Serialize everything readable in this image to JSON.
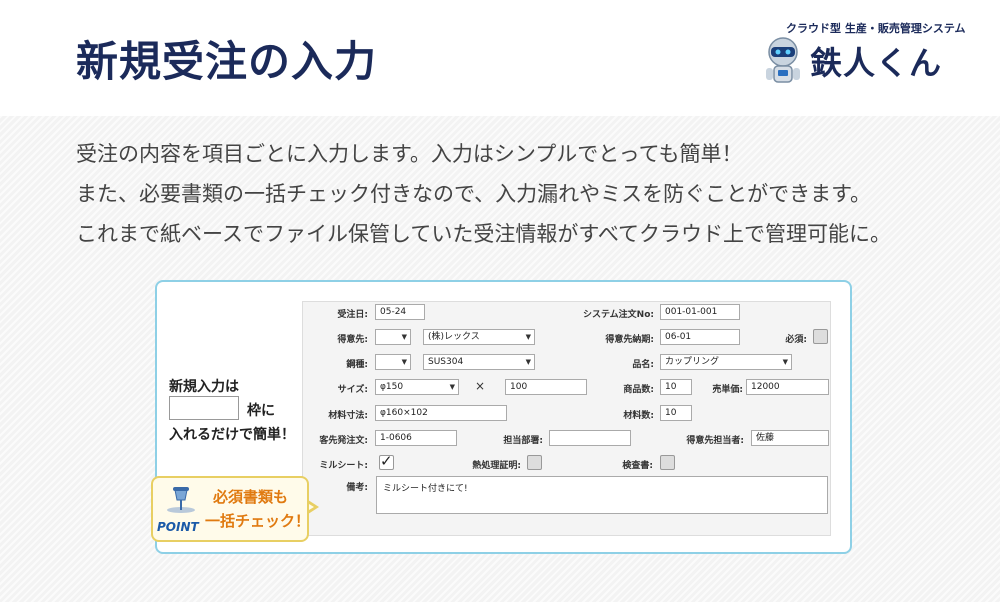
{
  "header": {
    "title": "新規受注の入力",
    "logo_sub": "クラウド型 生産・販売管理システム",
    "logo_main": "鉄人くん"
  },
  "intro": {
    "line1": "受注の内容を項目ごとに入力します。入力はシンプルでとっても簡単！",
    "line2": "また、必要書類の一括チェック付きなので、入力漏れやミスを防ぐことができます。",
    "line3": "これまで紙ベースでファイル保管していた受注情報がすべてクラウド上で管理可能に。"
  },
  "side": {
    "line1": "新規入力は",
    "line2": "枠に",
    "line3": "入れるだけで簡単！"
  },
  "callout": {
    "point": "POINT",
    "line1": "必須書類も",
    "line2": "一括チェック！"
  },
  "form": {
    "order_date": {
      "label": "受注日:",
      "value": "05-24"
    },
    "system_order_no": {
      "label": "システム注文No:",
      "value": "001-01-001"
    },
    "customer": {
      "label": "得意先:",
      "value": "",
      "name": "(株)レックス"
    },
    "customer_due": {
      "label": "得意先納期:",
      "value": "06-01"
    },
    "required": {
      "label": "必須:"
    },
    "steel_type": {
      "label": "鋼種:",
      "value": "",
      "name": "SUS304"
    },
    "product_name": {
      "label": "品名:",
      "value": "カップリング"
    },
    "size": {
      "label": "サイズ:",
      "value": "φ150",
      "times": "×",
      "length": "100"
    },
    "qty": {
      "label": "商品数:",
      "value": "10"
    },
    "unit_price": {
      "label": "売単価:",
      "value": "12000"
    },
    "material_size": {
      "label": "材料寸法:",
      "value": "φ160×102"
    },
    "material_qty": {
      "label": "材料数:",
      "value": "10"
    },
    "customer_order": {
      "label": "客先発注文:",
      "value": "1-0606"
    },
    "department": {
      "label": "担当部署:",
      "value": ""
    },
    "customer_contact": {
      "label": "得意先担当者:",
      "value": "佐藤"
    },
    "mill_sheet": {
      "label": "ミルシート:"
    },
    "heat_cert": {
      "label": "熱処理証明:"
    },
    "inspection": {
      "label": "検査書:"
    },
    "memo": {
      "label": "備考:",
      "value": "ミルシート付きにて!"
    }
  }
}
